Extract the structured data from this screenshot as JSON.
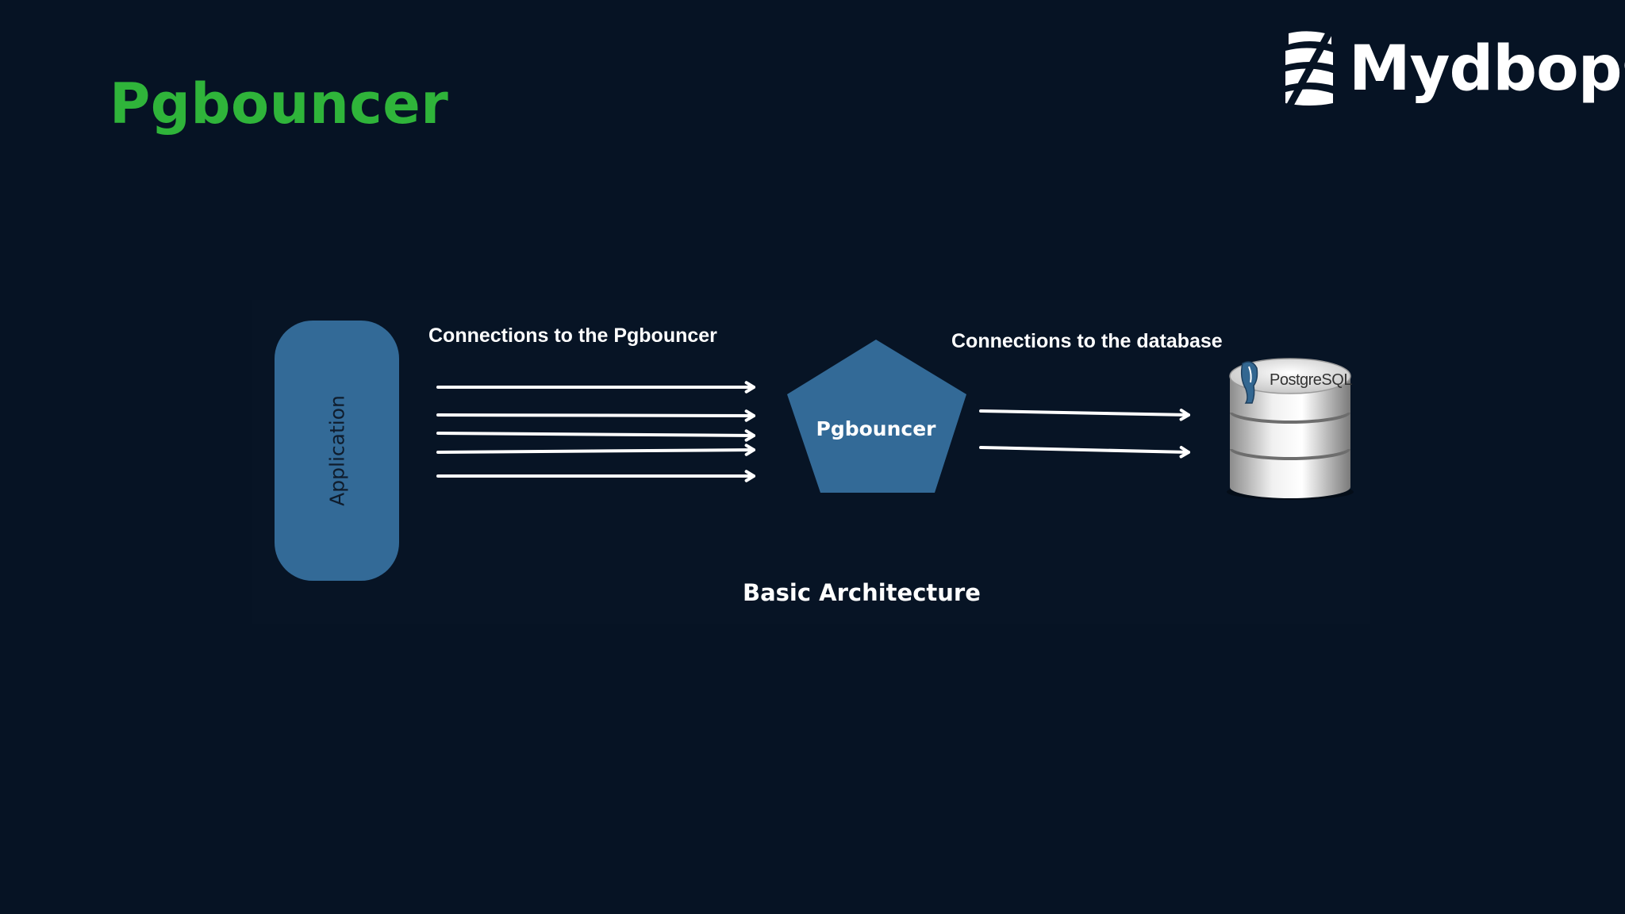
{
  "slide": {
    "title": "Pgbouncer",
    "brand": "Mydbops",
    "brand_icon": "mydbops-logo-icon"
  },
  "diagram": {
    "application_label": "Application",
    "app_to_pgbouncer_label": "Connections to the Pgbouncer",
    "app_to_pgbouncer_connection_count": 5,
    "pgbouncer_label": "Pgbouncer",
    "pgbouncer_to_db_label": "Connections to the database",
    "pgbouncer_to_db_connection_count": 2,
    "database_label": "PostgreSQL",
    "database_icon": "postgresql-database-icon",
    "caption": "Basic Architecture"
  },
  "colors": {
    "background": "#061324",
    "title_green": "#2fb43a",
    "shape_blue": "#336a97",
    "text_white": "#ffffff"
  }
}
